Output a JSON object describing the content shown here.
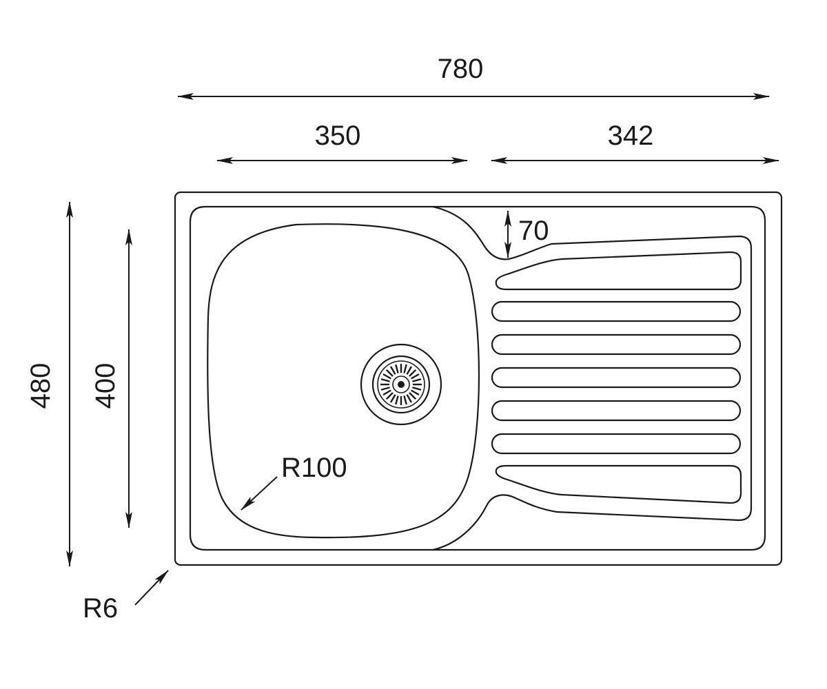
{
  "dimensions": {
    "overall_width": "780",
    "bowl_width": "350",
    "drainer_width": "342",
    "overall_depth": "480",
    "bowl_depth": "400",
    "drainer_offset": "70",
    "bowl_radius": "R100",
    "corner_radius": "R6"
  },
  "colors": {
    "line": "#1a1a1a",
    "background": "#ffffff"
  }
}
